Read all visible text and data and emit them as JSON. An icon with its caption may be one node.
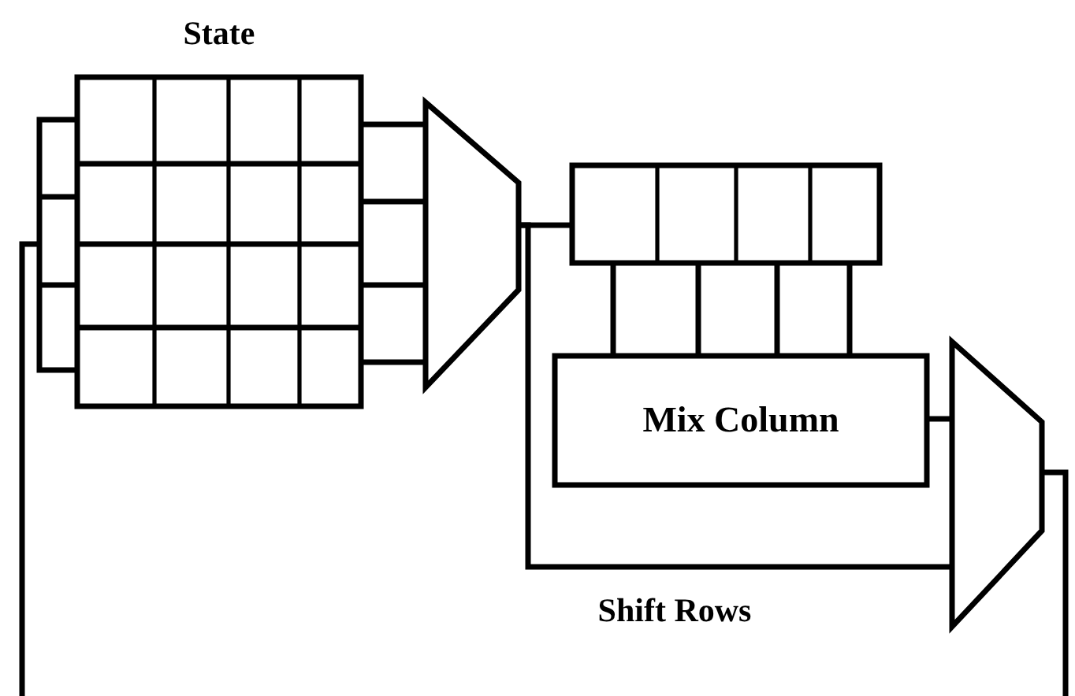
{
  "diagram": {
    "nodes": [
      {
        "text": [
          "State"
        ]
      },
      {
        "text": [],
        "shape": "trapezoid"
      },
      {
        "text": [],
        "shape": "box"
      },
      {
        "text": [
          "Mix Column"
        ]
      },
      {
        "text": [],
        "shape": "trapezoid"
      }
    ],
    "edges": [
      {
        "from": 0,
        "to": 1,
        "arrow": "none"
      },
      {
        "from": 1,
        "to": 2,
        "arrow": "none"
      },
      {
        "from": 2,
        "to": 3,
        "arrow": "none"
      },
      {
        "from": 3,
        "to": 4,
        "arrow": "none"
      },
      {
        "from": 1,
        "to": 4,
        "arrow": "none",
        "label": "Shift Rows"
      },
      {
        "from": 4,
        "to": null,
        "arrow": "none"
      },
      {
        "from": null,
        "to": 0,
        "arrow": "none"
      }
    ]
  }
}
